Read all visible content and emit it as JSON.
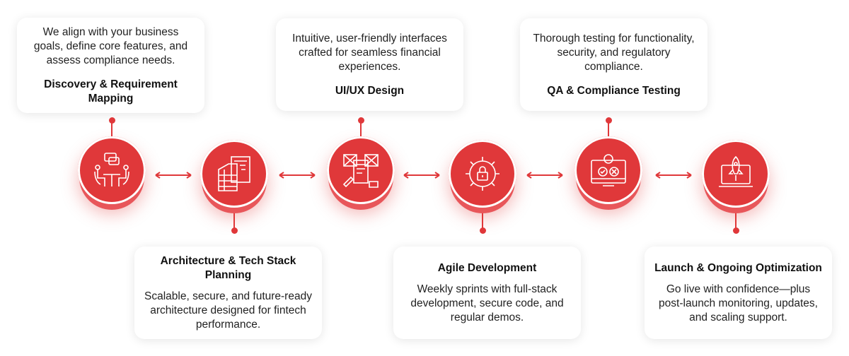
{
  "steps": [
    {
      "title": "Discovery & Requirement Mapping",
      "description": "We align with your business goals, define core features, and assess compliance needs.",
      "icon": "meeting-icon"
    },
    {
      "title": "Architecture & Tech Stack Planning",
      "description": "Scalable, secure, and future-ready architecture designed for fintech performance.",
      "icon": "architecture-icon"
    },
    {
      "title": "UI/UX Design",
      "description": "Intuitive, user-friendly interfaces crafted for seamless financial experiences.",
      "icon": "wireframe-icon"
    },
    {
      "title": "Agile Development",
      "description": "Weekly sprints with full-stack development, secure code, and regular demos.",
      "icon": "gear-lock-icon"
    },
    {
      "title": "QA & Compliance Testing",
      "description": "Thorough testing for functionality, security, and regulatory compliance.",
      "icon": "testing-icon"
    },
    {
      "title": "Launch & Ongoing Optimization",
      "description": "Go live with confidence—plus post-launch monitoring, updates, and scaling support.",
      "icon": "rocket-launch-icon"
    }
  ],
  "colors": {
    "accent": "#e0383a"
  }
}
